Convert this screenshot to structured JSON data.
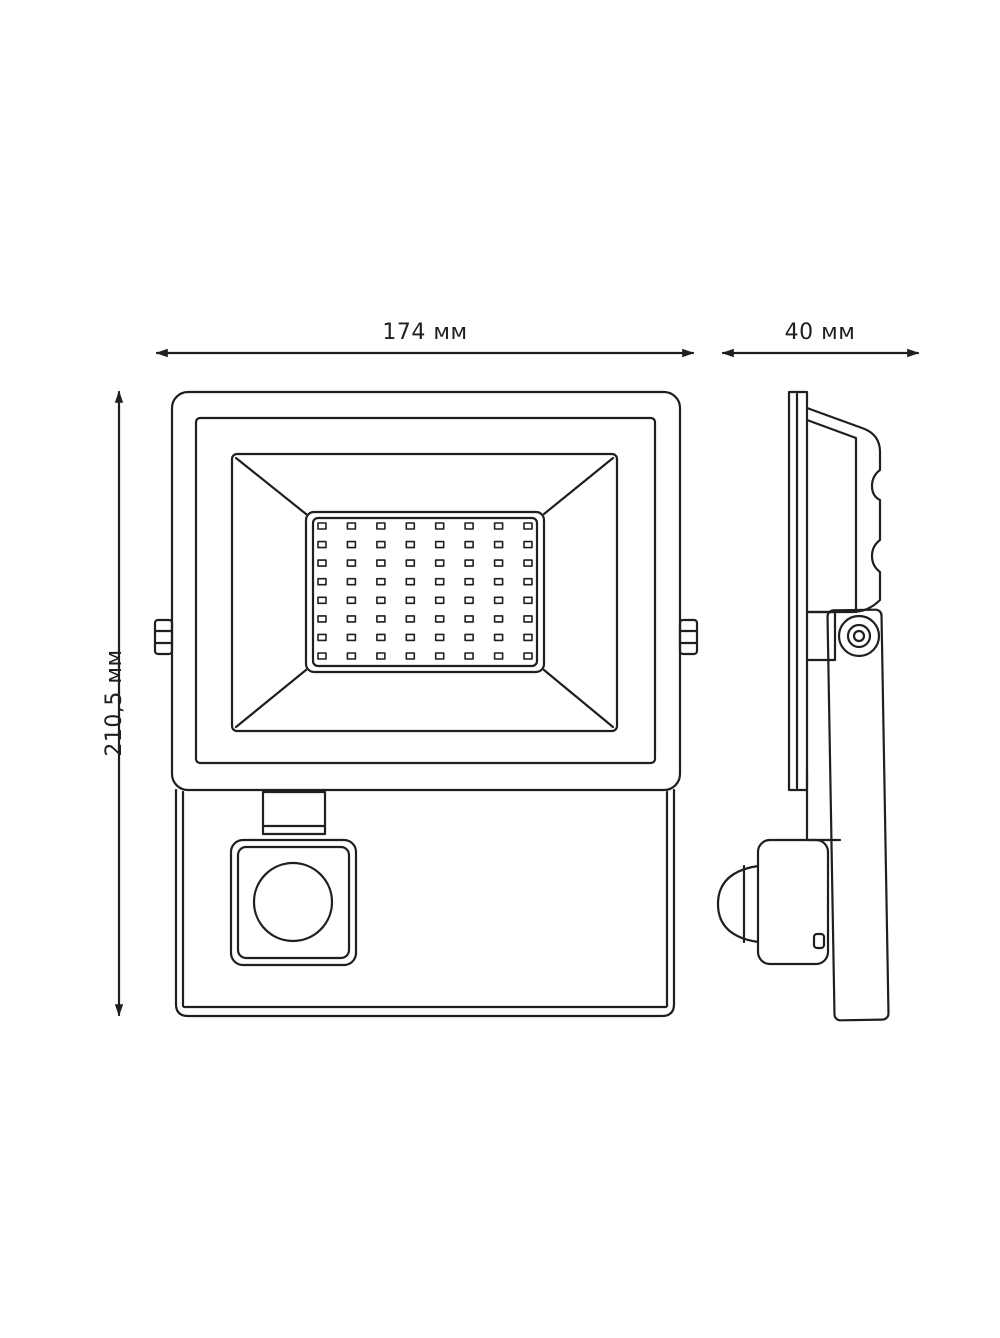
{
  "dimensions": {
    "width_label": "174 мм",
    "depth_label": "40 мм",
    "height_label": "210,5 мм"
  },
  "led_grid": {
    "rows": 8,
    "columns": 8
  },
  "colors": {
    "line": "#1f1f1f",
    "background": "#ffffff"
  }
}
